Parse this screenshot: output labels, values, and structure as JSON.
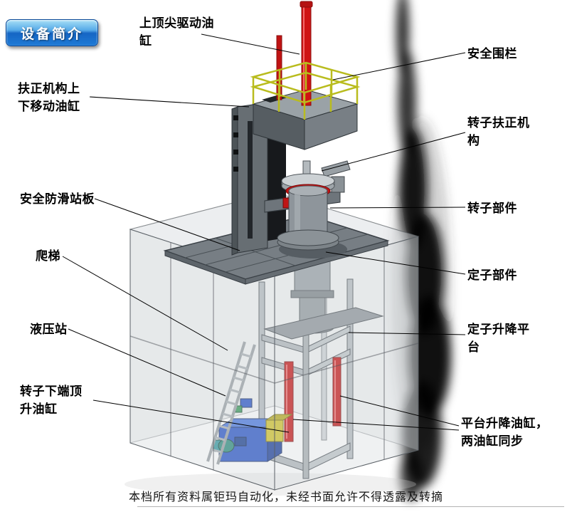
{
  "badge": {
    "label": "设备简介"
  },
  "footer": {
    "note": "本档所有资料属钜玛自动化，未经书面允许不得透露及转摘"
  },
  "callouts": [
    {
      "id": "top-center-drive-cylinder",
      "text": "上顶尖驱动油缸"
    },
    {
      "id": "centering-updown-cylinder",
      "text": "扶正机构上下移动油缸"
    },
    {
      "id": "anti-slip-platform",
      "text": "安全防滑站板"
    },
    {
      "id": "ladder",
      "text": "爬梯"
    },
    {
      "id": "hydraulic-station",
      "text": "液压站"
    },
    {
      "id": "rotor-bottom-jack-cylinder",
      "text": "转子下端顶升油缸"
    },
    {
      "id": "safety-fence",
      "text": "安全围栏"
    },
    {
      "id": "rotor-centering-mechanism",
      "text": "转子扶正机构"
    },
    {
      "id": "rotor-parts",
      "text": "转子部件"
    },
    {
      "id": "stator-parts",
      "text": "定子部件"
    },
    {
      "id": "stator-lift-platform",
      "text": "定子升降平台"
    },
    {
      "id": "platform-lift-cylinders",
      "text": "平台升降油缸，两油缸同步"
    }
  ],
  "colors": {
    "badge_blue": "#1b6ecb",
    "cylinder_red": "#cf1414",
    "railing_yellow": "#b9bc1e",
    "hydraulic_blue": "#2b55c8",
    "steel_gray": "#8e959b"
  }
}
